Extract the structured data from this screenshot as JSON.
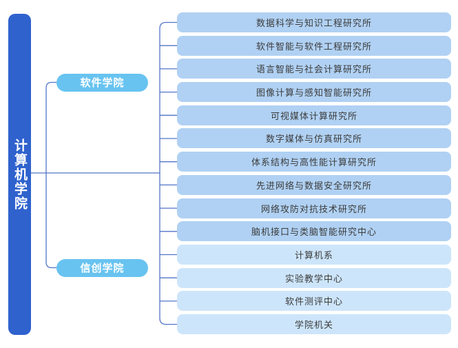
{
  "root": {
    "label": "计算机学院"
  },
  "branches": [
    {
      "label": "软件学院"
    },
    {
      "label": "信创学院"
    }
  ],
  "leaves": [
    {
      "label": "数据科学与知识工程研究所",
      "style": "primary"
    },
    {
      "label": "软件智能与软件工程研究所",
      "style": "primary"
    },
    {
      "label": "语言智能与社会计算研究所",
      "style": "primary"
    },
    {
      "label": "图像计算与感知智能研究所",
      "style": "primary"
    },
    {
      "label": "可视媒体计算研究所",
      "style": "primary"
    },
    {
      "label": "数字媒体与仿真研究所",
      "style": "primary"
    },
    {
      "label": "体系结构与高性能计算研究所",
      "style": "primary"
    },
    {
      "label": "先进网络与数据安全研究所",
      "style": "primary"
    },
    {
      "label": "网络攻防对抗技术研究所",
      "style": "primary"
    },
    {
      "label": "脑机接口与类脑智能研究中心",
      "style": "primary"
    },
    {
      "label": "计算机系",
      "style": "secondary"
    },
    {
      "label": "实验教学中心",
      "style": "secondary"
    },
    {
      "label": "软件测评中心",
      "style": "secondary"
    },
    {
      "label": "学院机关",
      "style": "secondary"
    }
  ],
  "colors": {
    "root_bar": "#2f62cd",
    "branch_node": "#68c3f0",
    "leaf_primary": "#b0d1f3",
    "leaf_secondary": "#cde5fa",
    "connector": "#5274c8",
    "leaf_text": "#3c3c3c"
  }
}
